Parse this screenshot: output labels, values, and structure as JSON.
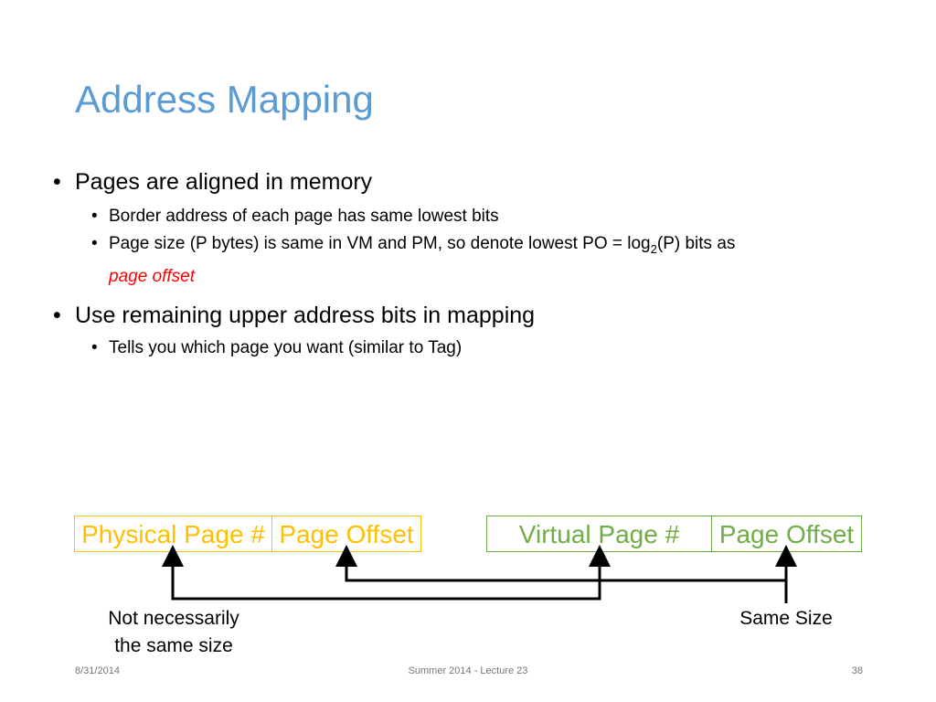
{
  "slide": {
    "title": "Address Mapping",
    "bullets": {
      "b1_text": "Pages are aligned in memory",
      "b1_sub1": "Border address of each page has same lowest bits",
      "b1_sub2_pre": "Page size (P bytes) is same in VM and PM, so denote lowest PO = log",
      "b1_sub2_subscript": "2",
      "b1_sub2_post": "(P) bits as",
      "b1_sub2_emph": "page offset",
      "b2_text": "Use remaining upper address bits in mapping",
      "b2_sub1": "Tells you which page you want (similar to Tag)"
    },
    "diagram": {
      "physical_page": "Physical Page #",
      "physical_offset": "Page Offset",
      "virtual_page": "Virtual Page #",
      "virtual_offset": "Page Offset",
      "caption_left_line1": "Not necessarily",
      "caption_left_line2": "the same size",
      "caption_right": "Same Size",
      "colors": {
        "physical": "#FFC000",
        "virtual": "#70AD47",
        "title": "#5B9BD5",
        "emphasis": "#FF0000"
      }
    },
    "footer": {
      "date": "8/31/2014",
      "center": "Summer 2014 - Lecture 23",
      "page": "38"
    }
  }
}
